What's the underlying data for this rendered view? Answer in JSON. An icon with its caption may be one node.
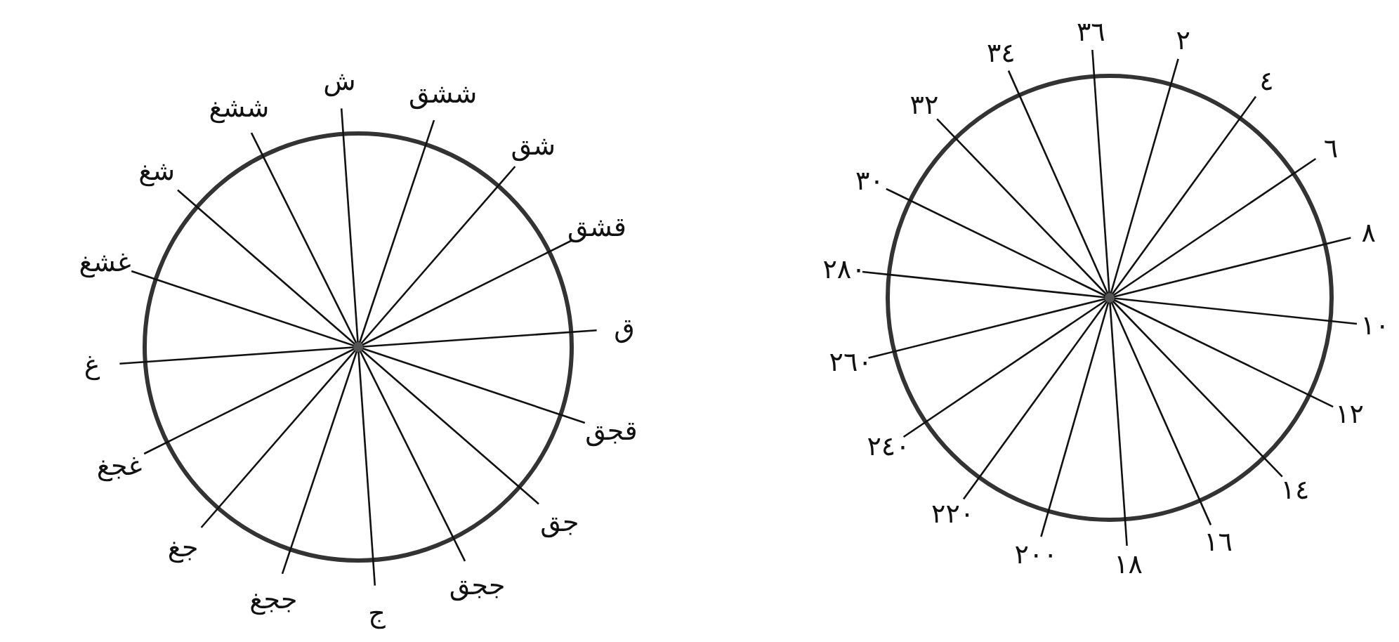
{
  "diagram": {
    "labels": [
      "ش",
      "ششق",
      "شق",
      "قشق",
      "ق",
      "قجق",
      "جق",
      "ججق",
      "ج",
      "ججغ",
      "جغ",
      "غجغ",
      "غ",
      "غشغ",
      "شغ",
      "ششغ",
      "٣٦",
      "٢",
      "٤",
      "٦",
      "٨",
      "١٠",
      "١٢",
      "١٤",
      "١٦",
      "١٨",
      "٢٠٠",
      "٢٢٠",
      "٢٤٠",
      "٢٦٠",
      "٢٨٠",
      "٣٠",
      "٣٢",
      "٣٤"
    ]
  }
}
